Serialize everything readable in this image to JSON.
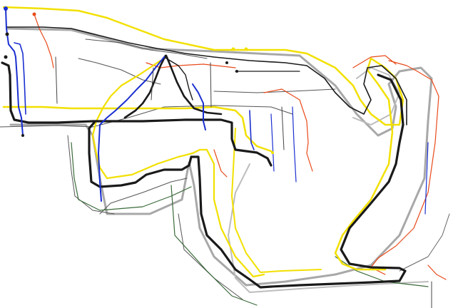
{
  "map": {
    "type": "transit-route-overlay",
    "labels": [],
    "line_colors": {
      "black": "#1a1a1a",
      "yellow": "#f2e000",
      "blue": "#1a2fd0",
      "red": "#e84a1a",
      "gray": "#555555",
      "green": "#3a6a3a",
      "silver": "#a8a8a8"
    },
    "routes": [
      {
        "id": "black-main",
        "color": "black",
        "weight": "heavy"
      },
      {
        "id": "black-north",
        "color": "black",
        "weight": "medium"
      },
      {
        "id": "yellow-upper",
        "color": "yellow",
        "weight": "medium"
      },
      {
        "id": "yellow-lower",
        "color": "yellow",
        "weight": "medium"
      },
      {
        "id": "yellow-west",
        "color": "yellow",
        "weight": "medium"
      },
      {
        "id": "blue-west",
        "color": "blue",
        "weight": "medium"
      },
      {
        "id": "blue-middle",
        "color": "blue",
        "weight": "medium"
      },
      {
        "id": "blue-east",
        "color": "blue",
        "weight": "thin"
      },
      {
        "id": "red-east",
        "color": "red",
        "weight": "thin"
      },
      {
        "id": "red-north",
        "color": "red",
        "weight": "thin"
      },
      {
        "id": "gray-shadow",
        "color": "silver",
        "weight": "medium"
      },
      {
        "id": "gray-thin",
        "color": "gray",
        "weight": "thin"
      },
      {
        "id": "green-west",
        "color": "green",
        "weight": "thin"
      }
    ]
  }
}
